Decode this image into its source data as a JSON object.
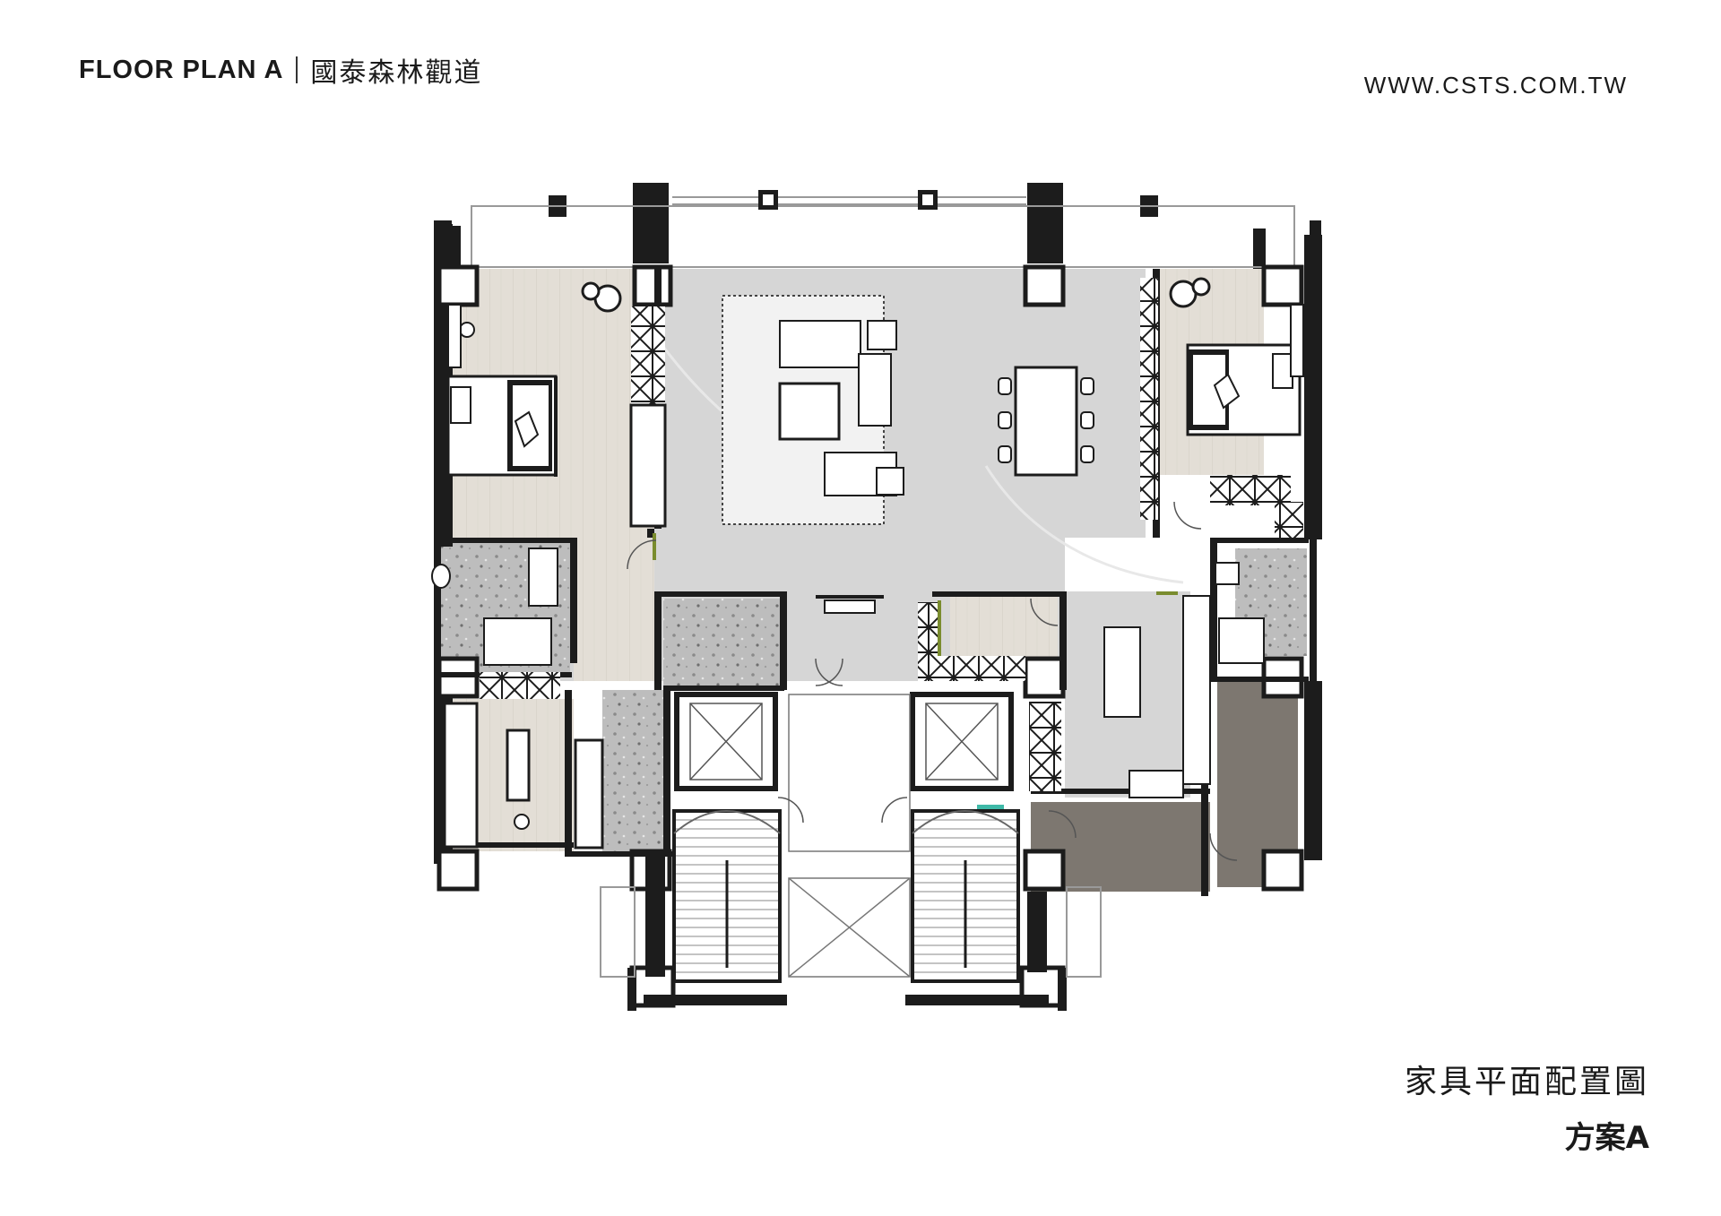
{
  "header": {
    "plan_title": "FLOOR PLAN A",
    "project_name": "國泰森林觀道"
  },
  "website": "WWW.CSTS.COM.TW",
  "caption": {
    "main": "家具平面配置圖",
    "sub": "方案A"
  },
  "colors": {
    "wall": "#1c1c1c",
    "wood_floor": "#e3ded6",
    "marble_floor": "#d9d9d9",
    "terrazzo": "#b8b8b8",
    "dark_tile": "#7d7770",
    "rug": "#f2f2f2",
    "accent_green": "#7a8c2e",
    "accent_teal": "#3fb9a8"
  },
  "icons": [
    "armchair-icon",
    "bed-icon",
    "sofa-icon",
    "dining-table-icon",
    "wardrobe-icon",
    "toilet-icon",
    "elevator-icon",
    "stair-icon",
    "door-swing-icon"
  ]
}
